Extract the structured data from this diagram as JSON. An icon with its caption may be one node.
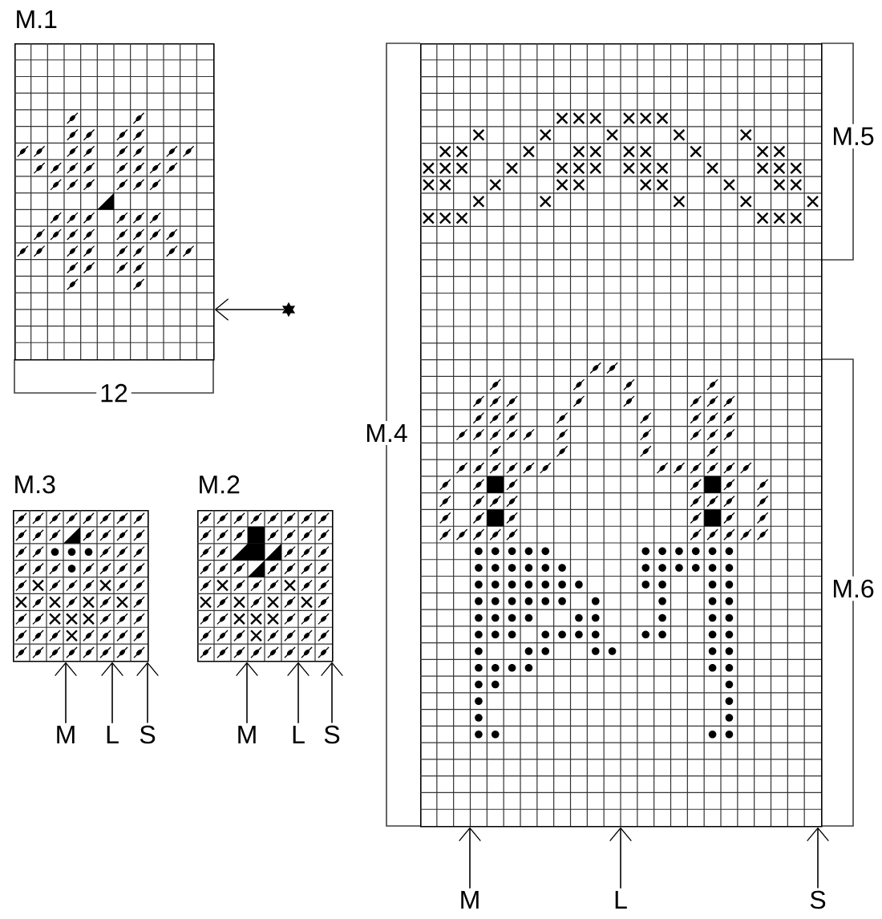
{
  "diagram": {
    "nodes": [
      {
        "text": [
          "M.1"
        ]
      },
      {
        "text": [],
        "shape": "star"
      },
      {
        "text": [
          "M.3"
        ]
      },
      {
        "text": [
          "M"
        ]
      },
      {
        "text": [
          "L"
        ]
      },
      {
        "text": [
          "S"
        ]
      },
      {
        "text": [
          "M.2"
        ]
      },
      {
        "text": [
          "M"
        ]
      },
      {
        "text": [
          "L"
        ]
      },
      {
        "text": [
          "S"
        ]
      },
      {
        "text": [],
        "shape": "box"
      },
      {
        "text": [
          "M"
        ]
      },
      {
        "text": [
          "L"
        ]
      },
      {
        "text": [
          "S"
        ]
      }
    ],
    "edges": [
      {
        "from": 1,
        "to": 0,
        "arrow": "to"
      },
      {
        "from": 3,
        "to": 2,
        "arrow": "to"
      },
      {
        "from": 4,
        "to": 2,
        "arrow": "to"
      },
      {
        "from": 5,
        "to": 2,
        "arrow": "to"
      },
      {
        "from": 7,
        "to": 6,
        "arrow": "to"
      },
      {
        "from": 8,
        "to": 6,
        "arrow": "to"
      },
      {
        "from": 9,
        "to": 6,
        "arrow": "to"
      },
      {
        "from": 11,
        "to": 10,
        "arrow": "to"
      },
      {
        "from": 12,
        "to": 10,
        "arrow": "to"
      },
      {
        "from": 13,
        "to": 10,
        "arrow": "to"
      }
    ],
    "labels": [
      "12",
      "M.4",
      "M.5",
      "M.6"
    ]
  }
}
